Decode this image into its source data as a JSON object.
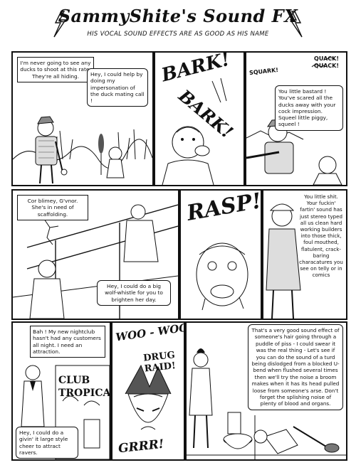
{
  "header": {
    "title": "SammyShite's Sound FX",
    "subtitle": "HIS VOCAL SOUND EFFECTS ARE AS GOOD AS HIS NAME"
  },
  "panels": {
    "p1": {
      "caption": "I'm never going to see any ducks to shoot at this rate. They're all hiding.",
      "bubble": "Hey, I could help by doing my impersonation of the duck mating call !"
    },
    "p2": {
      "sfx1": "BARK!",
      "sfx2": "BARK!"
    },
    "p3": {
      "quack": "QUACK! QUACK!",
      "squawk": "SQUARK!",
      "bubble": "You little bastard ! You've scared all the ducks away with your cock impression. Squeel little piggy, squeel !"
    },
    "p4": {
      "caption": "Cor blimey, G'vnor. She's in need of scaffolding.",
      "bubble": "Hey, I could do a big wolf-whistle for you to brighten her day."
    },
    "p5": {
      "sfx": "RASP!"
    },
    "p6": {
      "bubble": "You little shit. Your fuckin' fartin' sound has just stereo typed all us clean hard working builders into those thick, foul mouthed, flatulent, crack-baring characatures you see on telly or in comics"
    },
    "p7": {
      "caption": "Bah ! My new nightclub hasn't had any customers all night. I need an attraction.",
      "sign": "CLUB TROPICA",
      "bubble": "Hey, I could do a givin' it large style cheer to attract ravers."
    },
    "p8": {
      "sfx_top": "WOO - WOO!",
      "shout": "DRUG RAID!",
      "sfx_bottom": "GRRR!"
    },
    "p9": {
      "bubble": "That's a very good sound effect of someone's hair going through a puddle of piss - I could swear it was the real thing - Let's see if you can do the sound of a turd being dislodged from a blocked U-bend when flushed several times then we'll try the noise a broom makes when it has its head pulled loose from someone's arse. Don't forget the splishing noise of plenty of blood and organs."
    }
  }
}
